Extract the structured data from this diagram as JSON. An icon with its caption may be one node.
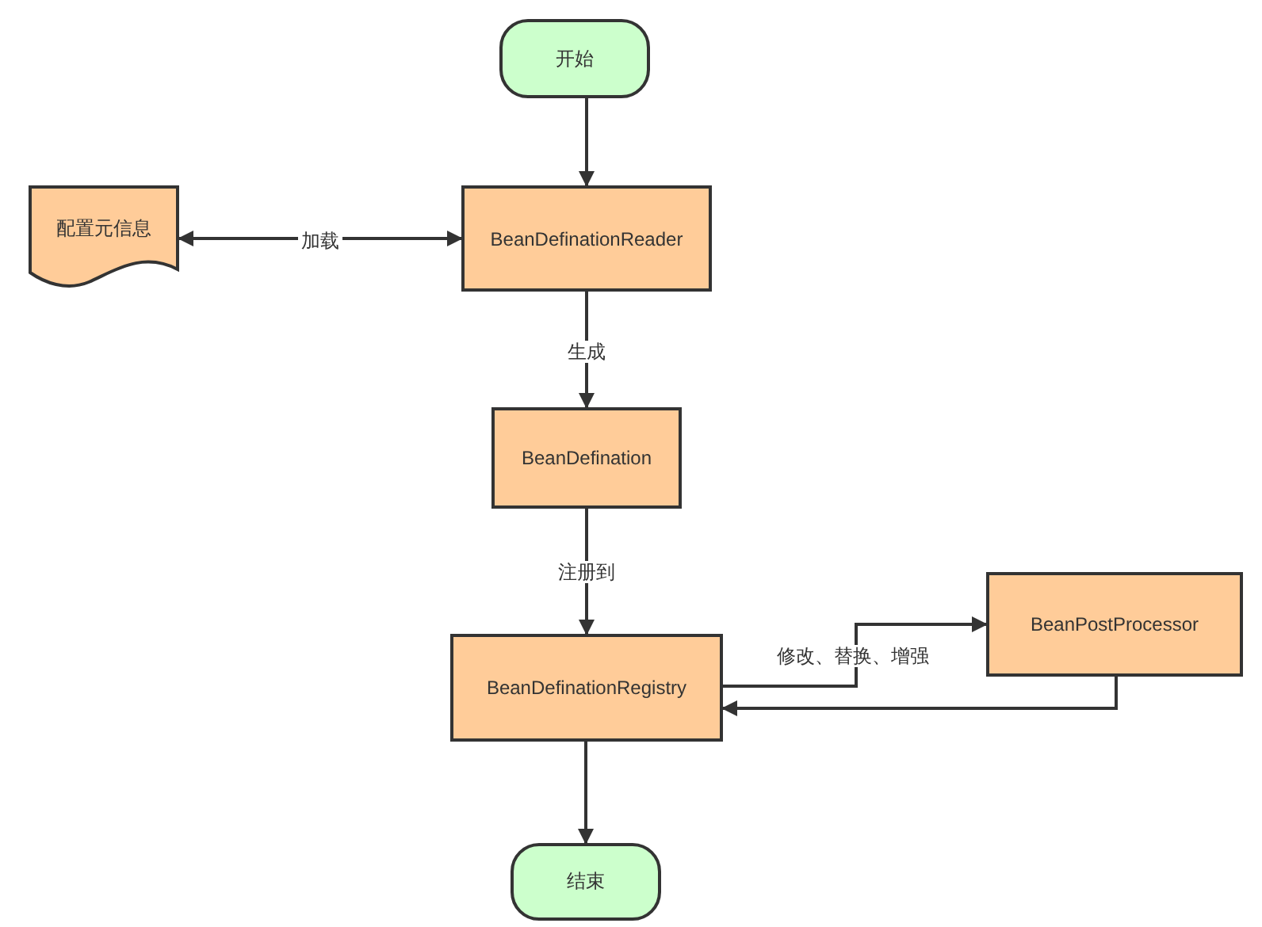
{
  "diagram": {
    "nodes": [
      {
        "text": [
          "开始"
        ]
      },
      {
        "text": [
          "配置元信息"
        ]
      },
      {
        "text": [
          "BeanDefinationReader"
        ]
      },
      {
        "text": [
          "BeanDefination"
        ]
      },
      {
        "text": [
          "BeanDefinationRegistry"
        ]
      },
      {
        "text": [
          "BeanPostProcessor"
        ]
      },
      {
        "text": [
          "结束"
        ]
      }
    ],
    "edges": [
      {
        "from": 0,
        "to": 2,
        "arrow": "to"
      },
      {
        "from": 2,
        "to": 1,
        "arrow": "both",
        "label": "加载"
      },
      {
        "from": 2,
        "to": 3,
        "arrow": "to",
        "label": "生成"
      },
      {
        "from": 3,
        "to": 4,
        "arrow": "to",
        "label": "注册到"
      },
      {
        "from": 4,
        "to": 5,
        "arrow": "to",
        "label": "修改、替换、增强"
      },
      {
        "from": 5,
        "to": 4,
        "arrow": "to"
      },
      {
        "from": 4,
        "to": 6,
        "arrow": "to"
      }
    ]
  }
}
